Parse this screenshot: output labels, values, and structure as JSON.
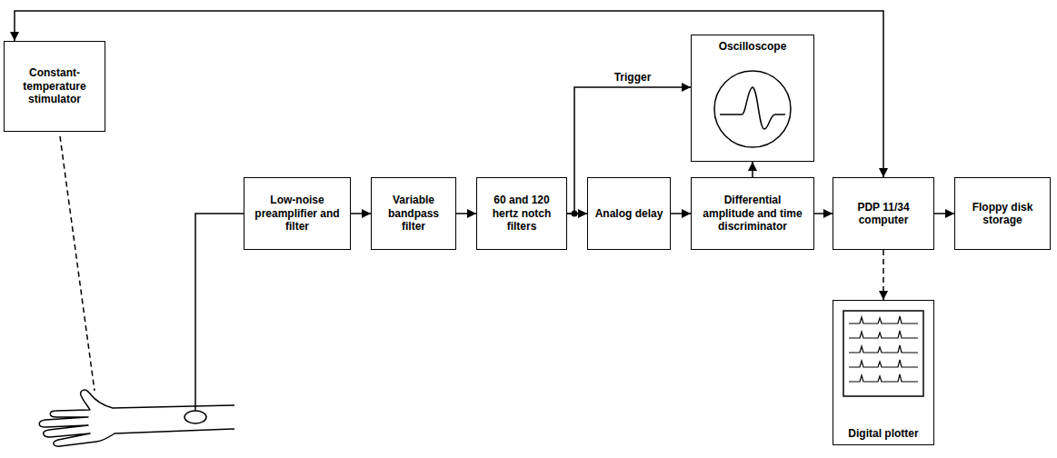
{
  "diagram": {
    "nodes": [
      {
        "text": [
          "Constant-temperature stimulator"
        ]
      },
      {
        "text": [
          "Low-noise preamplifier and filter"
        ]
      },
      {
        "text": [
          "Variable bandpass filter"
        ]
      },
      {
        "text": [
          "60 and 120 hertz notch filters"
        ]
      },
      {
        "text": [
          "Oscilloscope"
        ]
      },
      {
        "text": [
          "Analog delay"
        ]
      },
      {
        "text": [
          "Differential amplitude and time discriminator"
        ]
      },
      {
        "text": [
          "PDP 11/34 computer"
        ]
      },
      {
        "text": [
          "Floppy disk storage"
        ]
      },
      {
        "text": [
          "Digital plotter"
        ]
      }
    ],
    "edges": [
      {
        "from": 0,
        "to": 7,
        "arrow": "both"
      },
      {
        "from": 1,
        "to": 2,
        "arrow": "to"
      },
      {
        "from": 2,
        "to": 3,
        "arrow": "to"
      },
      {
        "from": 3,
        "to": 5,
        "arrow": "to"
      },
      {
        "from": 3,
        "to": 4,
        "arrow": "to",
        "label": "Trigger"
      },
      {
        "from": 5,
        "to": 6,
        "arrow": "to"
      },
      {
        "from": 6,
        "to": 4,
        "arrow": "to"
      },
      {
        "from": 6,
        "to": 7,
        "arrow": "to"
      },
      {
        "from": 7,
        "to": 8,
        "arrow": "to"
      },
      {
        "from": 7,
        "to": 9,
        "arrow": "to"
      }
    ]
  }
}
